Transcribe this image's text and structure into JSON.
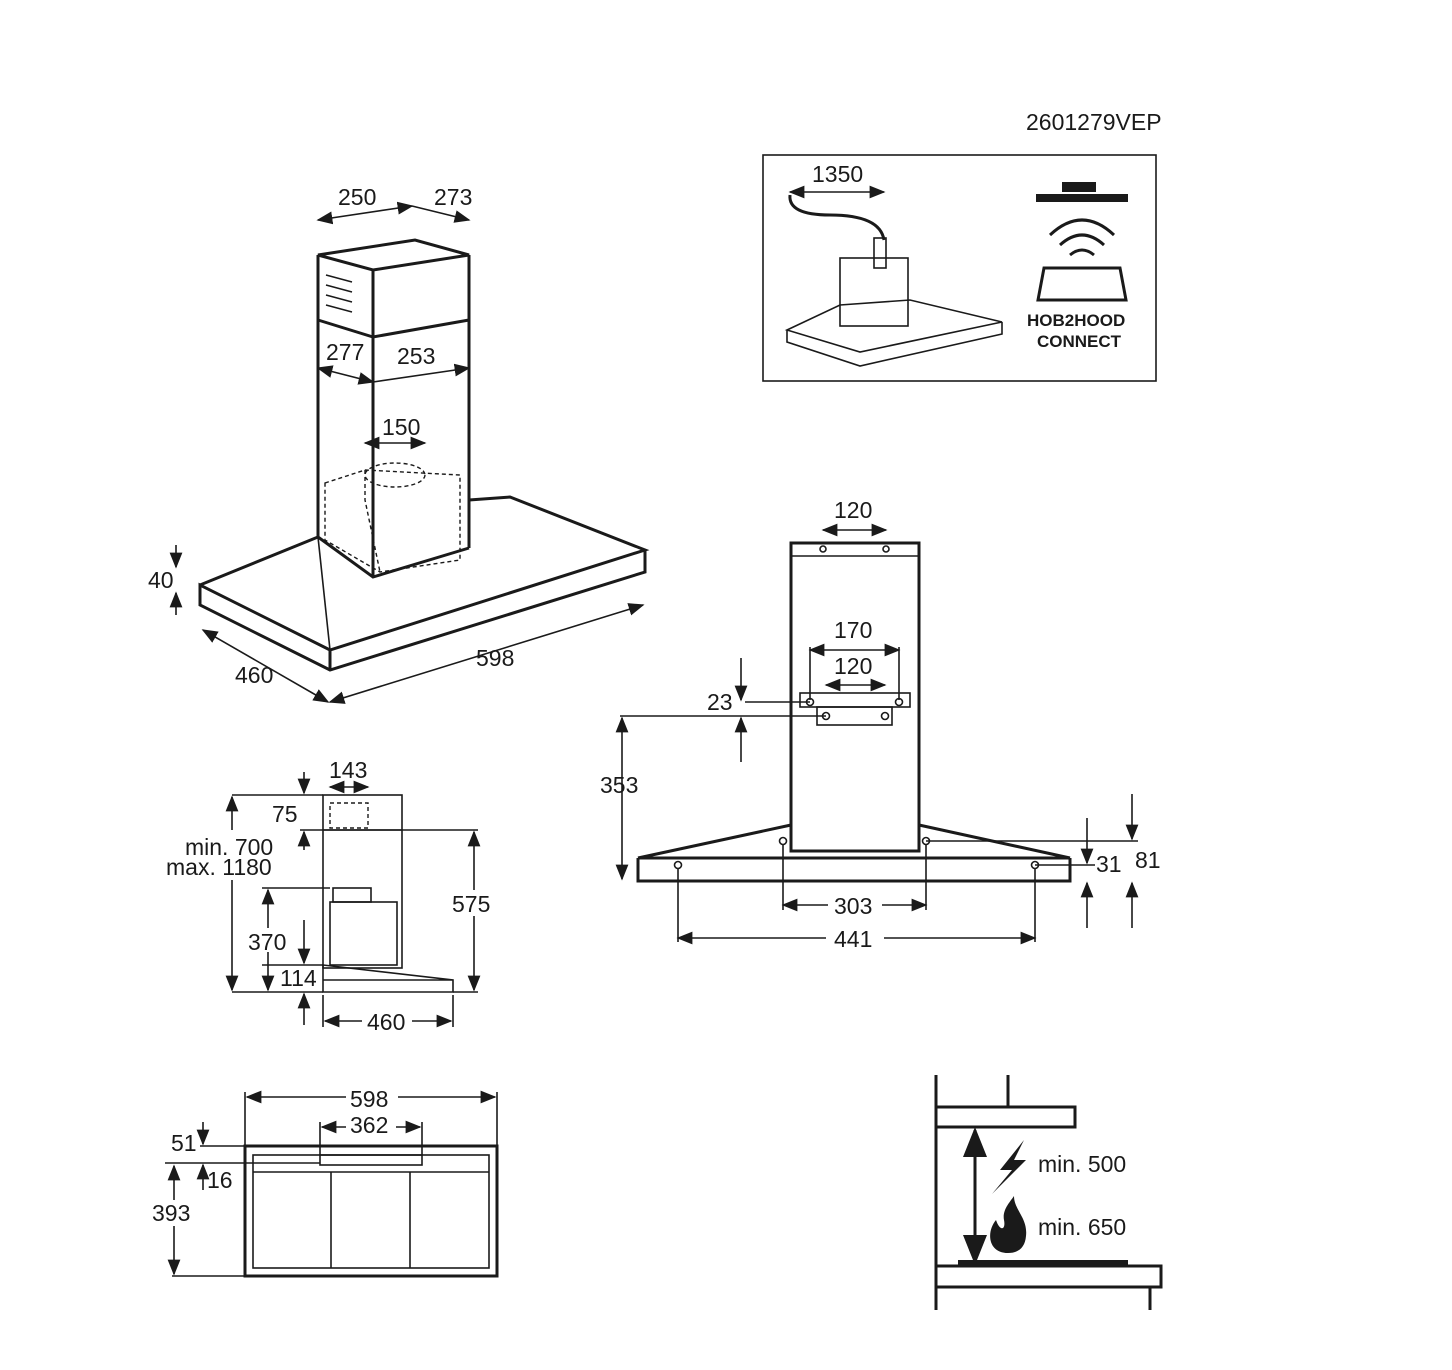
{
  "code": "2601279VEP",
  "inset": {
    "cable_length": "1350",
    "feature_line1": "HOB2HOOD",
    "feature_line2": "CONNECT"
  },
  "iso_view": {
    "chimney_width": "250",
    "chimney_depth": "273",
    "lower_width": "277",
    "lower_depth": "253",
    "duct": "150",
    "hood_height": "40",
    "hood_depth": "460",
    "hood_width": "598"
  },
  "front_view": {
    "top_bracket": "120",
    "bracket_outer": "170",
    "bracket_inner": "120",
    "bracket_offset": "23",
    "bracket_height": "353",
    "hole_height": "31",
    "hood_height": "81",
    "inner_holes": "303",
    "outer_holes": "441"
  },
  "side_view": {
    "top_width": "143",
    "top_offset": "75",
    "chimney_min": "min. 700",
    "chimney_max": "max. 1180",
    "total": "575",
    "motor": "370",
    "bottom": "114",
    "depth": "460"
  },
  "bottom_view": {
    "width": "598",
    "inner": "362",
    "offset": "51",
    "strip": "16",
    "depth": "393"
  },
  "safety": {
    "electric_min": "min. 500",
    "gas_min": "min. 650"
  }
}
